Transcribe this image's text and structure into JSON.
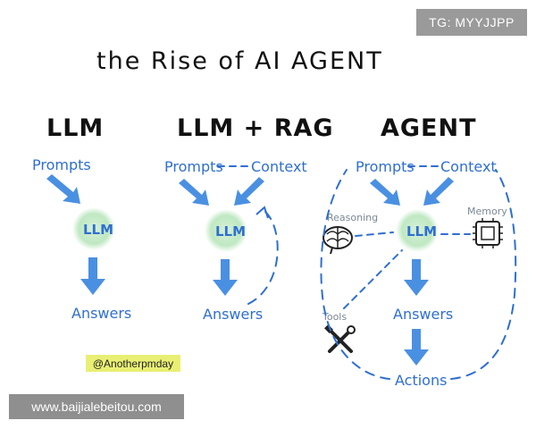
{
  "diagram": {
    "title": "the Rise of AI AGENT",
    "columns": [
      {
        "heading": "LLM",
        "prompts_label": "Prompts",
        "core_label": "LLM",
        "answers_label": "Answers"
      },
      {
        "heading": "LLM + RAG",
        "prompts_label": "Prompts",
        "context_label": "Context",
        "core_label": "LLM",
        "answers_label": "Answers"
      },
      {
        "heading": "AGENT",
        "prompts_label": "Prompts",
        "context_label": "Context",
        "core_label": "LLM",
        "reasoning_label": "Reasoning",
        "memory_label": "Memory",
        "tools_label": "Tools",
        "answers_label": "Answers",
        "actions_label": "Actions"
      }
    ],
    "handle": "@Anotherpmday"
  },
  "overlays": {
    "telegram_badge": "TG: MYYJJPP",
    "site_watermark": "www.baijialebeitou.com"
  },
  "colors": {
    "ink": "#111111",
    "blue": "#2f6fd0",
    "arrow_blue": "#4a90e2",
    "llm_glow": "#bfe8c2",
    "handle_highlight": "#e9ef73",
    "grey_label": "#7a8895"
  },
  "icons": [
    "llm-glow-icon",
    "brain-icon",
    "chip-icon",
    "tools-icon",
    "arrow-down-icon",
    "arrow-diagonal-icon"
  ]
}
